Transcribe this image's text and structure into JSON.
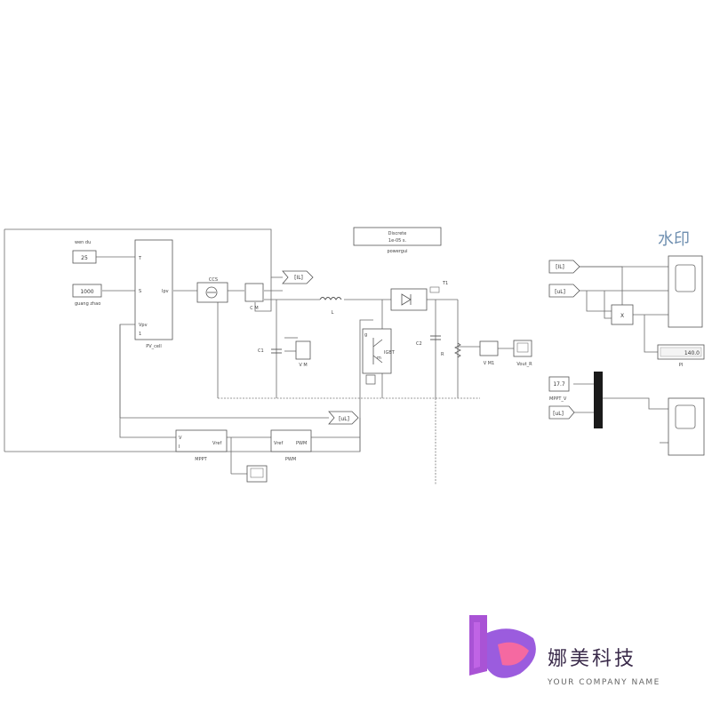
{
  "blocks": {
    "temperature": {
      "label": "wen du",
      "value": "25"
    },
    "irradiance": {
      "label": "guang zhao",
      "value": "1000"
    },
    "pv_cell": {
      "name": "PV_cell",
      "port_t": "T",
      "port_s": "S",
      "port_vpv": "Vpv",
      "port_ipv": "Ipv",
      "port_num": "1"
    },
    "ccs": {
      "name": "CCS"
    },
    "cm": {
      "name": "C M"
    },
    "il_tag": {
      "text": "[IL]"
    },
    "inductor": {
      "name": "L"
    },
    "c1": {
      "name": "C1"
    },
    "vm": {
      "name": "V M"
    },
    "powergui": {
      "line1": "Discrete",
      "line2": "1e-05 s.",
      "name": "powergui"
    },
    "igbt": {
      "name": "IGBT",
      "port_g": "g",
      "port_m": "m"
    },
    "diode": {
      "name": "T1"
    },
    "c2": {
      "name": "C2"
    },
    "r": {
      "name": "R"
    },
    "vm1": {
      "name": "V M1"
    },
    "vout_scope": {
      "name": "Vout_R"
    },
    "ul_tag": {
      "text": "[uL]"
    },
    "mppt": {
      "name": "MPPT",
      "port_v": "V",
      "port_i": "I",
      "port_vref": "Vref"
    },
    "pwm": {
      "name": "PWM",
      "port_in": "Vref",
      "port_out": "PWM"
    }
  },
  "right_panel": {
    "il_from": "[IL]",
    "ul_from": "[uL]",
    "product": "X",
    "display_value": "140.0",
    "display_label": "PI",
    "mppt_value": "17.7",
    "mppt_label": "MPPT_V",
    "ul_from2": "[uL]"
  },
  "watermark": "水印",
  "logo": {
    "company_cn": "娜美科技",
    "company_en": "YOUR COMPANY NAME"
  }
}
